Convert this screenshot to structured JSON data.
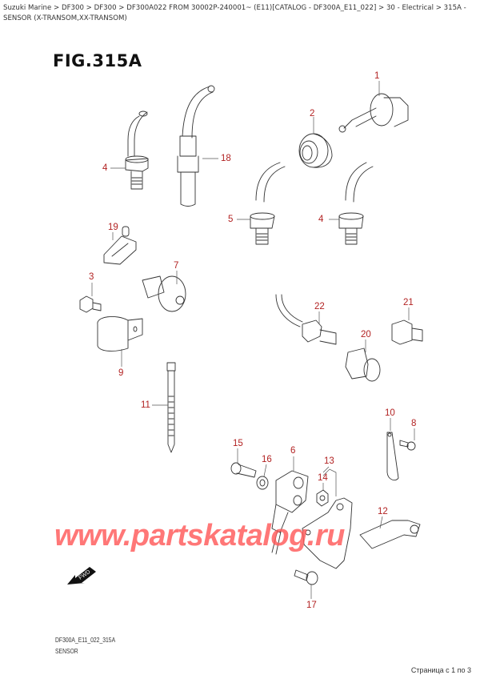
{
  "breadcrumb": {
    "text": "Suzuki Marine > DF300 > DF300 > DF300A022 FROM 30002P-240001~ (E11)[CATALOG - DF300A_E11_022] > 30 - Electrical > 315A - SENSOR (X-TRANSOM,XX-TRANSOM)",
    "items": [
      "Suzuki Marine",
      "DF300",
      "DF300",
      "DF300A022 FROM 30002P-240001~ (E11)[CATALOG - DF300A_E11_022]",
      "30 - Electrical",
      "315A - SENSOR (X-TRANSOM,XX-TRANSOM)"
    ]
  },
  "figure": {
    "title": "FIG.315A"
  },
  "callouts": [
    {
      "id": "c1",
      "label": "1"
    },
    {
      "id": "c2",
      "label": "2"
    },
    {
      "id": "c3",
      "label": "3"
    },
    {
      "id": "c4a",
      "label": "4"
    },
    {
      "id": "c4b",
      "label": "4"
    },
    {
      "id": "c5",
      "label": "5"
    },
    {
      "id": "c6",
      "label": "6"
    },
    {
      "id": "c7",
      "label": "7"
    },
    {
      "id": "c8",
      "label": "8"
    },
    {
      "id": "c9",
      "label": "9"
    },
    {
      "id": "c10",
      "label": "10"
    },
    {
      "id": "c11",
      "label": "11"
    },
    {
      "id": "c12",
      "label": "12"
    },
    {
      "id": "c13",
      "label": "13"
    },
    {
      "id": "c14",
      "label": "14"
    },
    {
      "id": "c15",
      "label": "15"
    },
    {
      "id": "c16",
      "label": "16"
    },
    {
      "id": "c17",
      "label": "17"
    },
    {
      "id": "c18",
      "label": "18"
    },
    {
      "id": "c19",
      "label": "19"
    },
    {
      "id": "c20",
      "label": "20"
    },
    {
      "id": "c21",
      "label": "21"
    },
    {
      "id": "c22",
      "label": "22"
    }
  ],
  "direction_marker": {
    "label": "FWD"
  },
  "watermark": {
    "text": "www.partskatalog.ru"
  },
  "footer": {
    "code": "DF300A_E11_022_315A",
    "name": "SENSOR"
  },
  "pagination": {
    "text": "Страница с 1 по 3"
  },
  "colors": {
    "callout": "#b22222",
    "watermark": "#ff5a5a",
    "line": "#333333"
  }
}
